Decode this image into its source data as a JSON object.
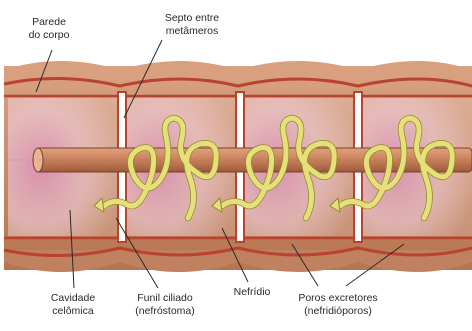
{
  "labels": {
    "parede": {
      "line1": "Parede",
      "line2": "do corpo"
    },
    "septo": {
      "line1": "Septo entre",
      "line2": "metâmeros"
    },
    "cavidade": {
      "line1": "Cavidade",
      "line2": "celômica"
    },
    "funil": {
      "line1": "Funil ciliado",
      "line2": "(nefróstoma)"
    },
    "nefridio": {
      "line1": "Nefrídio"
    },
    "poros": {
      "line1": "Poros excretores",
      "line2": "(nefridióporos)"
    }
  },
  "colors": {
    "skin": "#c98a6a",
    "muscle": "#b8432e",
    "coelom": "#f2d4e6",
    "coelom_glow": "#e08fc4",
    "gut": "#c8805a",
    "nephridium": "#e6e07a",
    "leader": "#2a2a2a"
  }
}
